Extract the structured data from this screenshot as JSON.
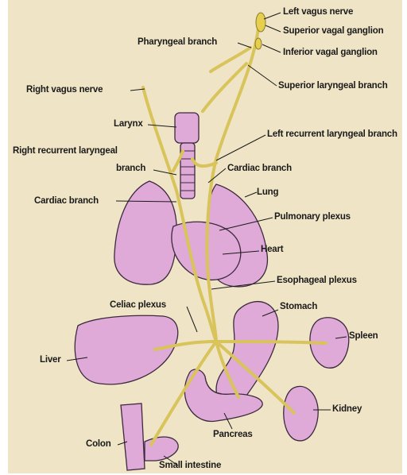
{
  "labels": {
    "left_vagus_nerve": "Left vagus nerve",
    "superior_vagal_ganglion": "Superior vagal ganglion",
    "pharyngeal_branch": "Pharyngeal branch",
    "inferior_vagal_ganglion": "Inferior vagal ganglion",
    "right_vagus_nerve": "Right vagus nerve",
    "superior_laryngeal_branch": "Superior laryngeal branch",
    "larynx": "Larynx",
    "left_recurrent_laryngeal_branch": "Left recurrent laryngeal branch",
    "right_recurrent_laryngeal": "Right recurrent laryngeal",
    "branch": "branch",
    "cardiac_branch_right": "Cardiac branch",
    "cardiac_branch_left": "Cardiac branch",
    "lung": "Lung",
    "pulmonary_plexus": "Pulmonary plexus",
    "heart": "Heart",
    "esophageal_plexus": "Esophageal plexus",
    "celiac_plexus": "Celiac plexus",
    "stomach": "Stomach",
    "spleen": "Spleen",
    "liver": "Liver",
    "kidney": "Kidney",
    "pancreas": "Pancreas",
    "colon": "Colon",
    "small_intestine": "Small intestine"
  },
  "colors": {
    "background": "#efe5c6",
    "organ_fill": "#dfa9d8",
    "organ_stroke": "#3b2a3d",
    "nerve": "#d8c45a",
    "leader_line": "#1a1a1a"
  }
}
